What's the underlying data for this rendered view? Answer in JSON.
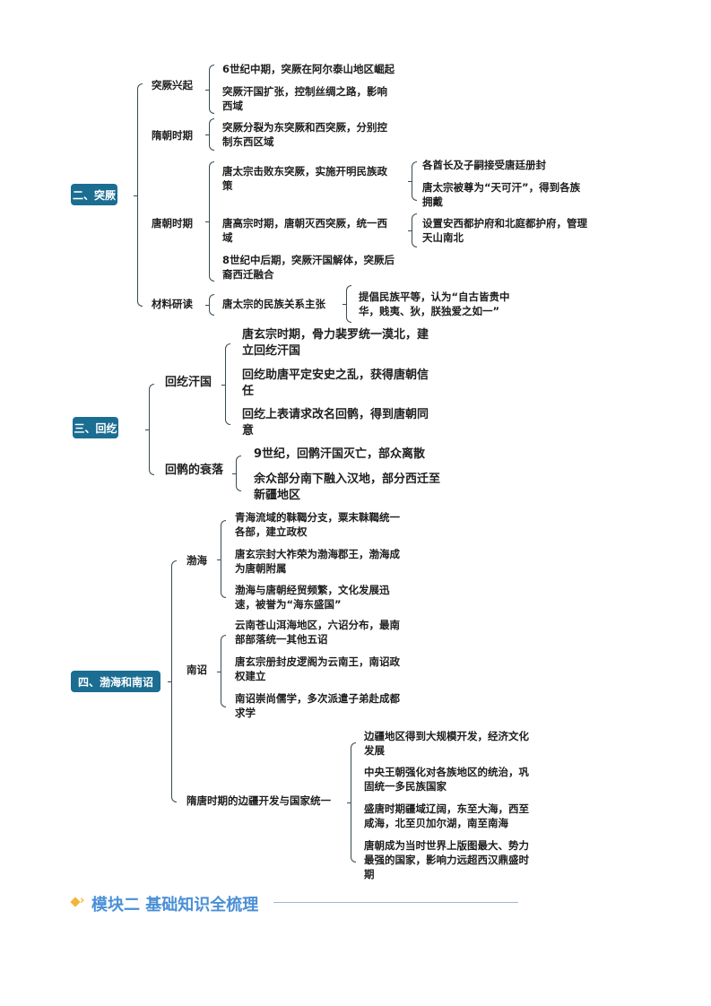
{
  "s2": {
    "title": "二、突厥",
    "rise": {
      "label": "突厥兴起",
      "i1": "6世纪中期，突厥在阿尔泰山地区崛起",
      "i2": [
        "突厥汗国扩张，控制丝绸之路，影响",
        "西域"
      ]
    },
    "sui": {
      "label": "隋朝时期",
      "i1": [
        "突厥分裂为东突厥和西突厥，分别控",
        "制东西区域"
      ]
    },
    "tang": {
      "label": "唐朝时期",
      "i1": [
        "唐太宗击败东突厥，实施开明民族政",
        "策"
      ],
      "i1a": "各酋长及子嗣接受唐廷册封",
      "i1b": [
        "唐太宗被尊为“天可汗”，得到各族",
        "拥戴"
      ],
      "i2": [
        "唐高宗时期，唐朝灭西突厥，统一西",
        "域"
      ],
      "i2a": [
        "设置安西都护府和北庭都护府，管理",
        "天山南北"
      ],
      "i3": [
        "8世纪中后期，突厥汗国解体，突厥后",
        "裔西迁融合"
      ]
    },
    "material": {
      "label": "材料研读",
      "i1": "唐太宗的民族关系主张",
      "i1a": [
        "提倡民族平等，认为“自古皆贵中",
        "华，贱夷、狄，朕独爱之如一”"
      ]
    }
  },
  "s3": {
    "title": "三、回纥",
    "khanate": {
      "label": "回纥汗国",
      "i1": [
        "唐玄宗时期，骨力裴罗统一漠北，建",
        "立回纥汗国"
      ],
      "i2": [
        "回纥助唐平定安史之乱，获得唐朝信",
        "任"
      ],
      "i3": [
        "回纥上表请求改名回鹘，得到唐朝同",
        "意"
      ]
    },
    "decline": {
      "label": "回鹘的衰落",
      "i1": "9世纪，回鹘汗国灭亡，部众离散",
      "i2": [
        "余众部分南下融入汉地，部分西迁至",
        "新疆地区"
      ]
    }
  },
  "s4": {
    "title": "四、渤海和南诏",
    "bohai": {
      "label": "渤海",
      "i1": [
        "青海流域的靺鞨分支，粟末靺鞨统一",
        "各部，建立政权"
      ],
      "i2": [
        "唐玄宗封大祚荣为渤海郡王，渤海成",
        "为唐朝附属"
      ],
      "i3": [
        "渤海与唐朝经贸频繁，文化发展迅",
        "速，被誉为“海东盛国”"
      ]
    },
    "nanzhao": {
      "label": "南诏",
      "i1": [
        "云南苍山洱海地区，六诏分布，最南",
        "部部落统一其他五诏"
      ],
      "i2": [
        "唐玄宗册封皮逻阁为云南王，南诏政",
        "权建立"
      ],
      "i3": [
        "南诏崇尚儒学，多次派遣子弟赴成都",
        "求学"
      ]
    },
    "frontier": {
      "label": "隋唐时期的边疆开发与国家统一",
      "i1": [
        "边疆地区得到大规模开发，经济文化",
        "发展"
      ],
      "i2": [
        "中央王朝强化对各族地区的统治，巩",
        "固统一多民族国家"
      ],
      "i3": [
        "盛唐时期疆域辽阔，东至大海，西至",
        "咸海，北至贝加尔湖，南至南海"
      ],
      "i4": [
        "唐朝成为当时世界上版图最大、势力",
        "最强的国家，影响力远超西汉鼎盛时",
        "期"
      ]
    }
  },
  "footer": {
    "title": "模块二 基础知识全梳理"
  },
  "colors": {
    "section_box": "#1b6d92",
    "footer_title": "#4a8fd6",
    "footer_icon": "#f2b53a"
  }
}
